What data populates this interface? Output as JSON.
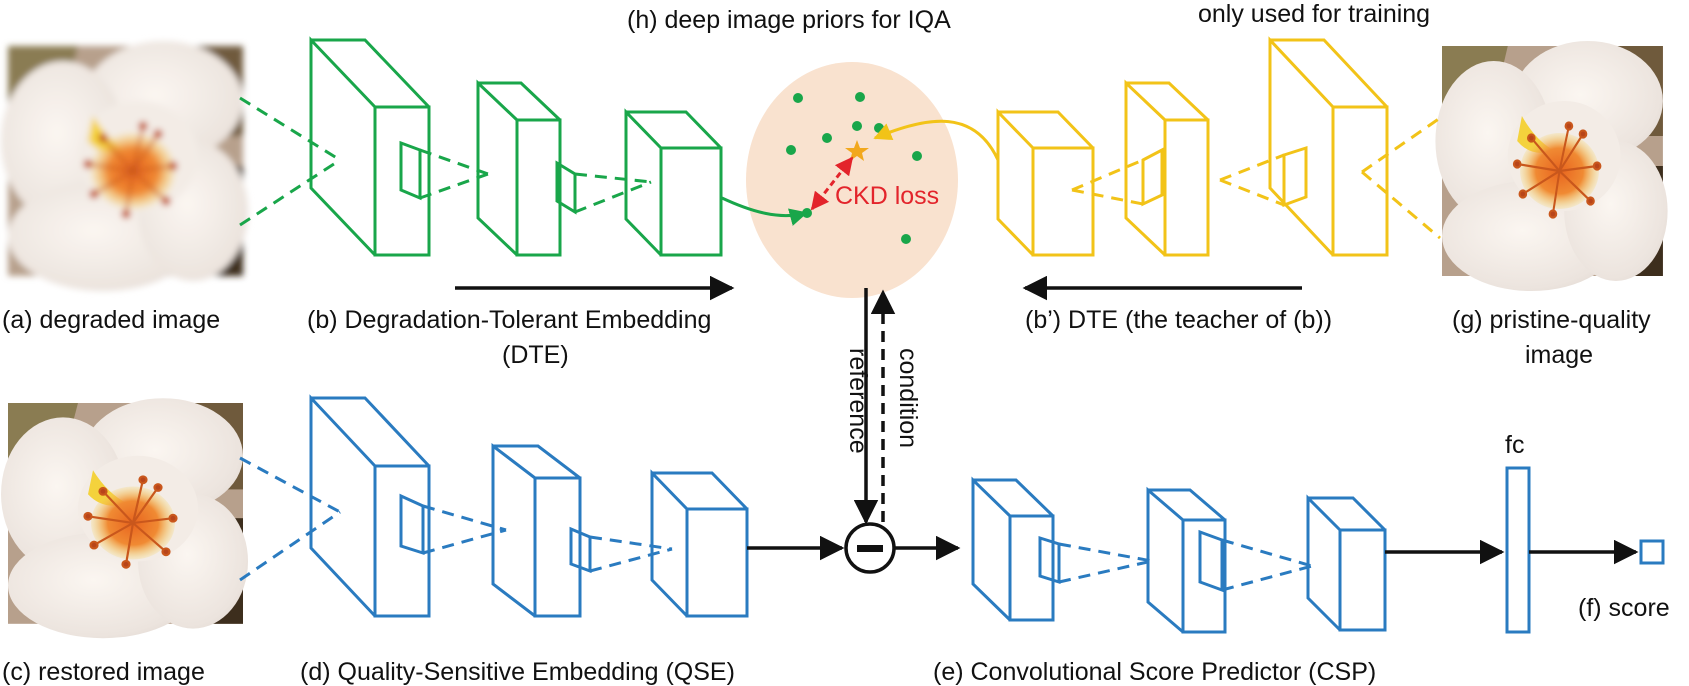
{
  "colors": {
    "green": "#19a64a",
    "yellow": "#f2c318",
    "blue": "#2a7bc0",
    "red": "#e3242b",
    "black": "#111111",
    "prior_ellipse": "#f9e2cf",
    "prior_star": "#f2a81d"
  },
  "labels": {
    "top_title": "(h) deep image priors for IQA",
    "top_note": "only used for training",
    "degraded": "(a) degraded image",
    "dte_line1": "(b) Degradation-Tolerant Embedding",
    "dte_line2": "(DTE)",
    "teacher": "(b’) DTE (the teacher of (b))",
    "pristine_line1": "(g) pristine-quality",
    "pristine_line2": "image",
    "ckd": "CKD loss",
    "reference": "reference",
    "condition": "condition",
    "restored": "(c) restored image",
    "qse": "(d) Quality-Sensitive Embedding (QSE)",
    "csp": "(e) Convolutional Score Predictor (CSP)",
    "fc": "fc",
    "score": "(f) score"
  },
  "images": {
    "degraded": "flower-photo-degraded",
    "restored": "flower-photo-restored",
    "pristine": "flower-photo-pristine"
  }
}
